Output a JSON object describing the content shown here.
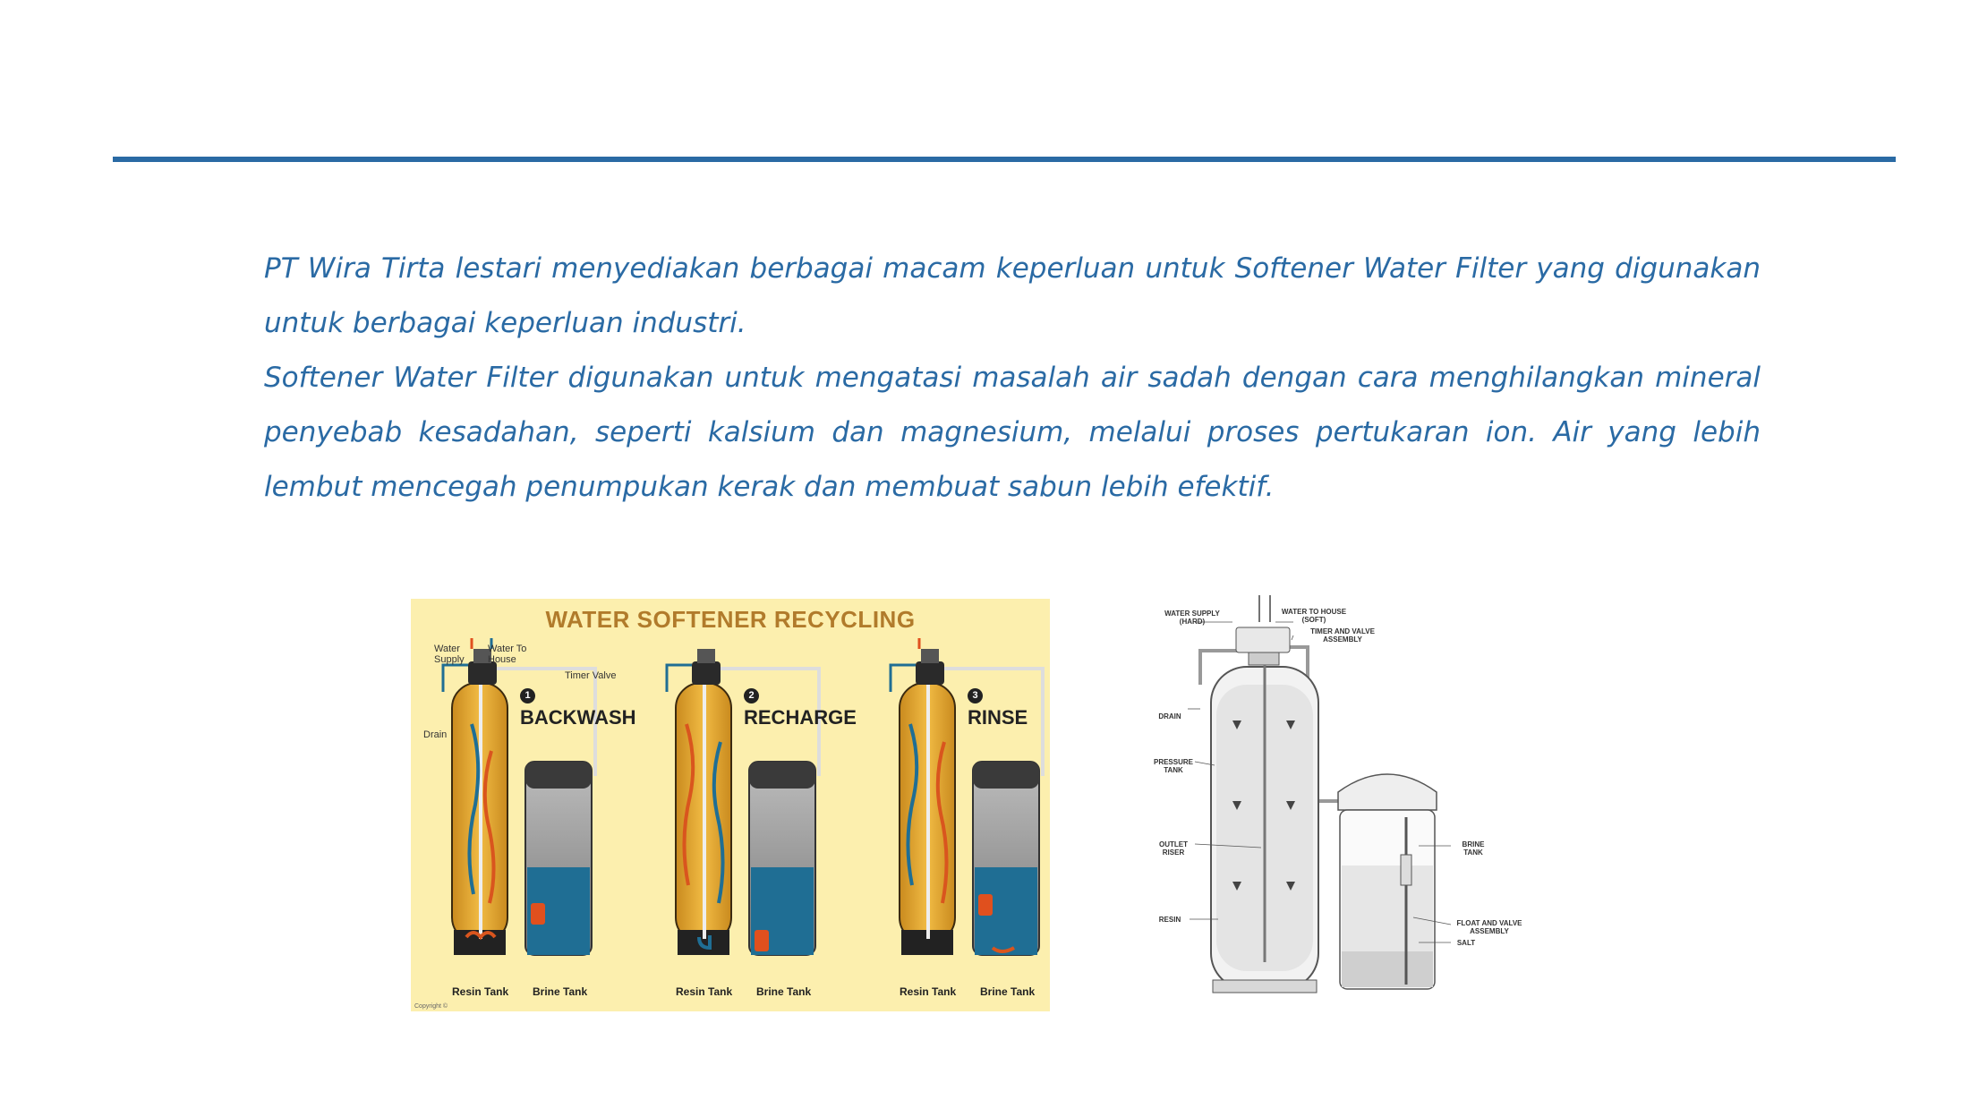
{
  "paragraphs": [
    "PT Wira Tirta lestari menyediakan berbagai macam keperluan untuk Softener Water Filter yang digunakan untuk berbagai keperluan industri.",
    "Softener Water Filter digunakan untuk mengatasi masalah air sadah dengan cara menghilangkan mineral penyebab kesadahan, seperti kalsium dan magnesium, melalui proses pertukaran ion. Air yang lebih lembut mencegah penumpukan kerak dan membuat sabun lebih efektif."
  ],
  "recycling_figure": {
    "title": "WATER SOFTENER RECYCLING",
    "water_supply": "Water Supply",
    "water_to_house": "Water To House",
    "timer_valve": "Timer Valve",
    "drain": "Drain",
    "stages": [
      {
        "number": "1",
        "label": "BACKWASH"
      },
      {
        "number": "2",
        "label": "RECHARGE"
      },
      {
        "number": "3",
        "label": "RINSE"
      }
    ],
    "resin_tank": "Resin Tank",
    "brine_tank": "Brine Tank",
    "copyright": "Copyright ©",
    "colors": {
      "background": "#fcefae",
      "resin": "#e9a92e",
      "brine": "#1f6e94"
    }
  },
  "diagram_figure": {
    "water_supply": "WATER SUPPLY (HARD)",
    "water_to_house": "WATER TO HOUSE (SOFT)",
    "timer_valve": "TIMER AND VALVE ASSEMBLY",
    "drain": "DRAIN",
    "pressure_tank": "PRESSURE TANK",
    "outlet_riser": "OUTLET RISER",
    "resin": "RESIN",
    "brine_tank": "BRINE TANK",
    "float_valve": "FLOAT AND VALVE ASSEMBLY",
    "salt": "SALT"
  }
}
